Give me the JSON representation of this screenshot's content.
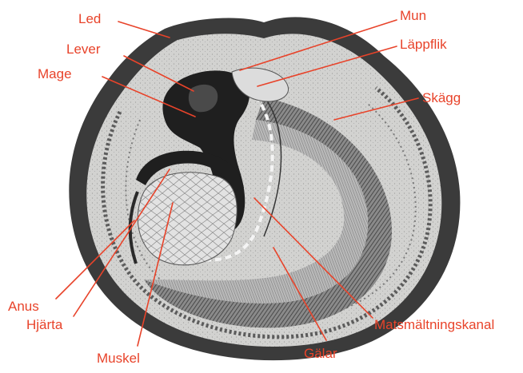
{
  "diagram": {
    "accent_color": "#e8432a",
    "labels": {
      "led": "Led",
      "mun": "Mun",
      "lever": "Lever",
      "lappflik": "Läppflik",
      "mage": "Mage",
      "skagg": "Skägg",
      "anus": "Anus",
      "hjarta": "Hjärta",
      "muskel": "Muskel",
      "matsmaltningskanal": "Matsmältningskanal",
      "galar": "Gälar"
    }
  }
}
